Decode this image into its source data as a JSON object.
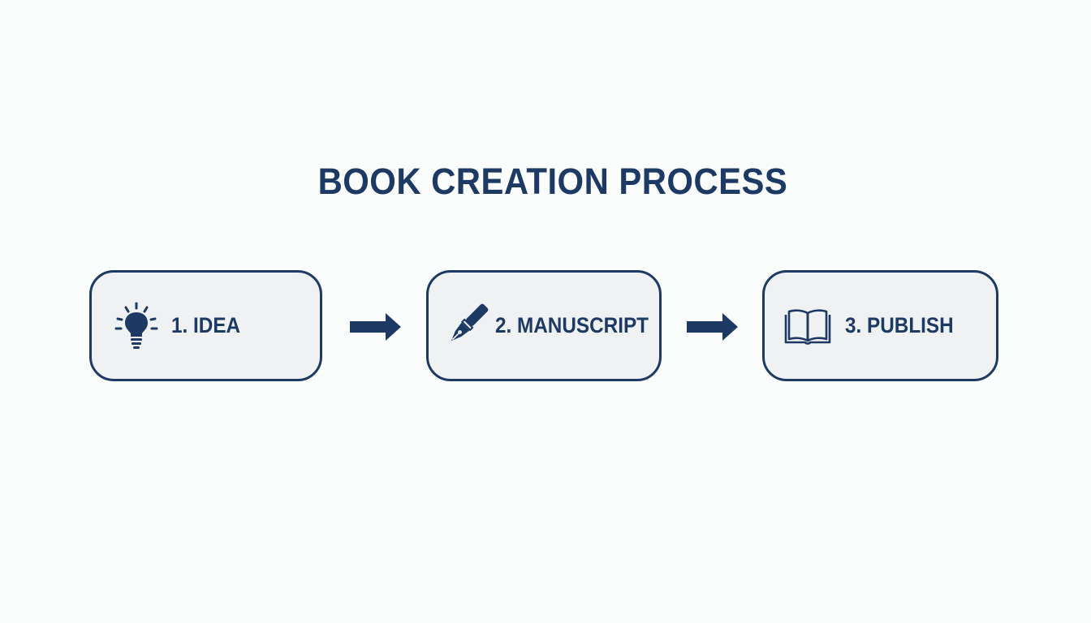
{
  "diagram": {
    "title": "BOOK CREATION PROCESS",
    "accent_color": "#1c3a63",
    "box_fill": "#f0f1f2",
    "background": "#fbfcfc",
    "steps": [
      {
        "label": "1. IDEA",
        "icon": "lightbulb-icon"
      },
      {
        "label": "2. MANUSCRIPT",
        "icon": "fountain-pen-icon"
      },
      {
        "label": "3. PUBLISH",
        "icon": "open-book-icon"
      }
    ],
    "connectors": [
      {
        "from": "1. IDEA",
        "to": "2. MANUSCRIPT",
        "icon": "arrow-right-icon"
      },
      {
        "from": "2. MANUSCRIPT",
        "to": "3. PUBLISH",
        "icon": "arrow-right-icon"
      }
    ]
  }
}
